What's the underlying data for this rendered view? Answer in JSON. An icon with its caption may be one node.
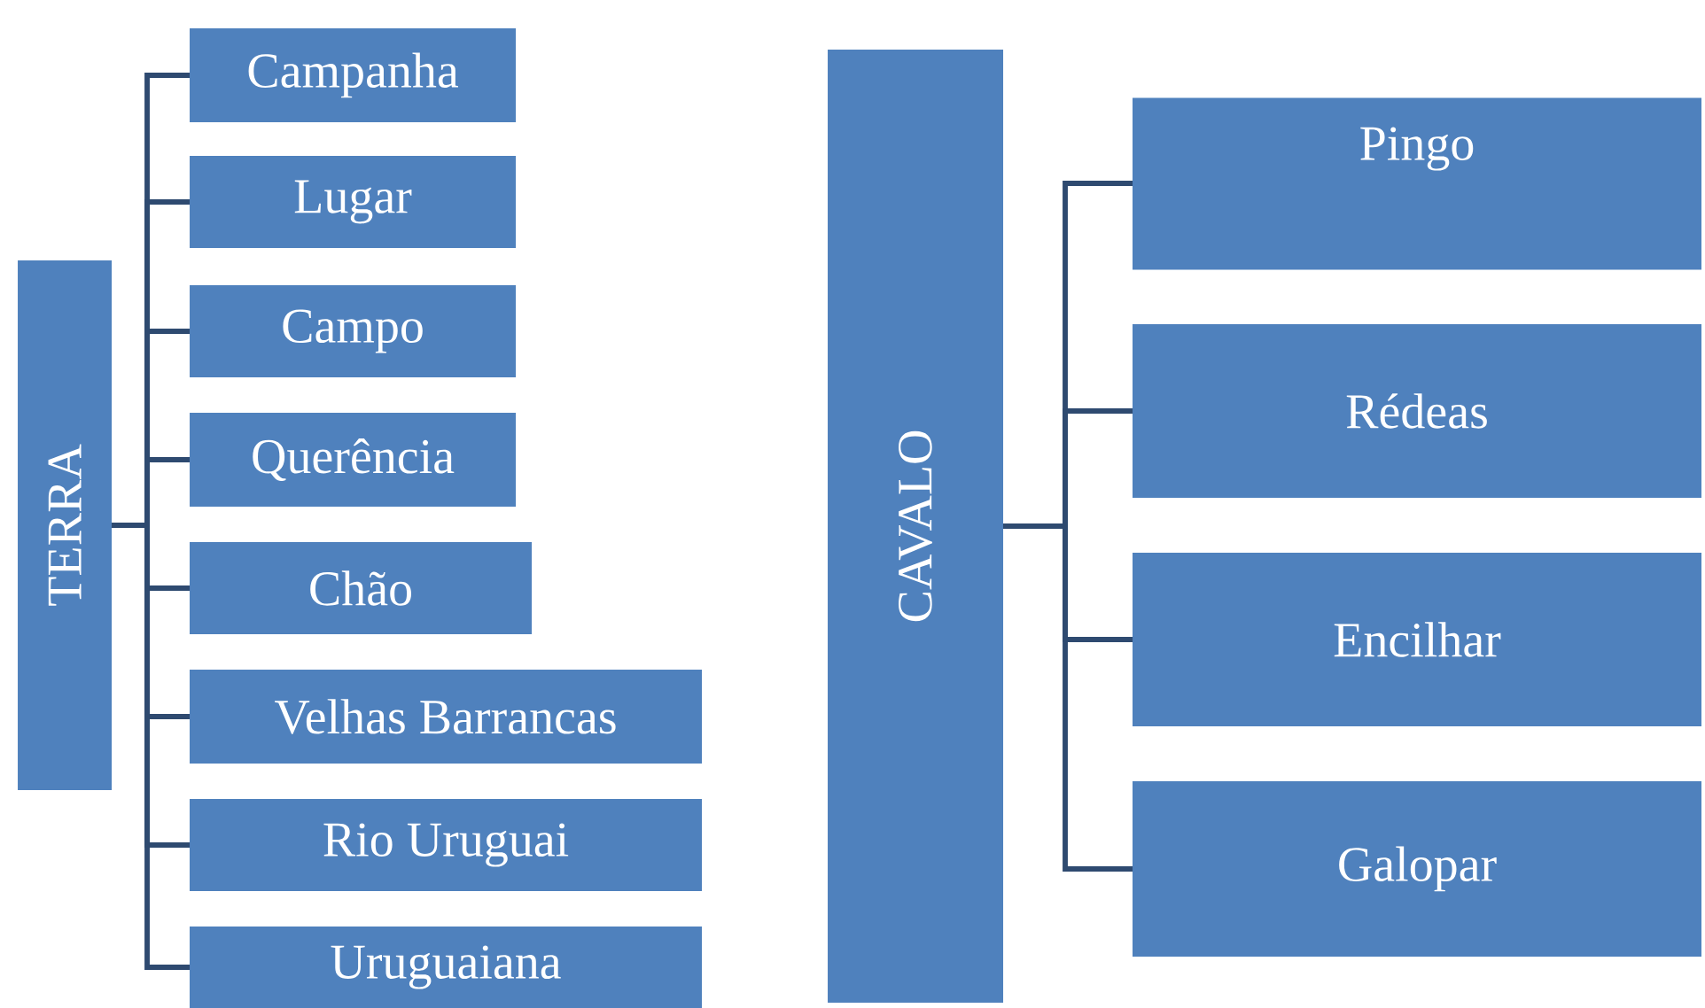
{
  "diagram": {
    "nodes": [
      {
        "text": [
          "TERRA"
        ]
      },
      {
        "text": [
          "Campanha"
        ]
      },
      {
        "text": [
          "Lugar"
        ]
      },
      {
        "text": [
          "Campo"
        ]
      },
      {
        "text": [
          "Querência"
        ]
      },
      {
        "text": [
          "Chão"
        ]
      },
      {
        "text": [
          "Velhas Barrancas"
        ]
      },
      {
        "text": [
          "Rio Uruguai"
        ]
      },
      {
        "text": [
          "Uruguaiana"
        ]
      },
      {
        "text": [
          "CAVALO"
        ]
      },
      {
        "text": [
          "Pingo"
        ]
      },
      {
        "text": [
          "Rédeas"
        ]
      },
      {
        "text": [
          "Encilhar"
        ]
      },
      {
        "text": [
          "Galopar"
        ]
      }
    ],
    "edges": [
      {
        "from": 0,
        "to": 1,
        "arrow": "none"
      },
      {
        "from": 0,
        "to": 2,
        "arrow": "none"
      },
      {
        "from": 0,
        "to": 3,
        "arrow": "none"
      },
      {
        "from": 0,
        "to": 4,
        "arrow": "none"
      },
      {
        "from": 0,
        "to": 5,
        "arrow": "none"
      },
      {
        "from": 0,
        "to": 6,
        "arrow": "none"
      },
      {
        "from": 0,
        "to": 7,
        "arrow": "none"
      },
      {
        "from": 0,
        "to": 8,
        "arrow": "none"
      },
      {
        "from": 9,
        "to": 10,
        "arrow": "none"
      },
      {
        "from": 9,
        "to": 11,
        "arrow": "none"
      },
      {
        "from": 9,
        "to": 12,
        "arrow": "none"
      },
      {
        "from": 9,
        "to": 13,
        "arrow": "none"
      }
    ]
  }
}
